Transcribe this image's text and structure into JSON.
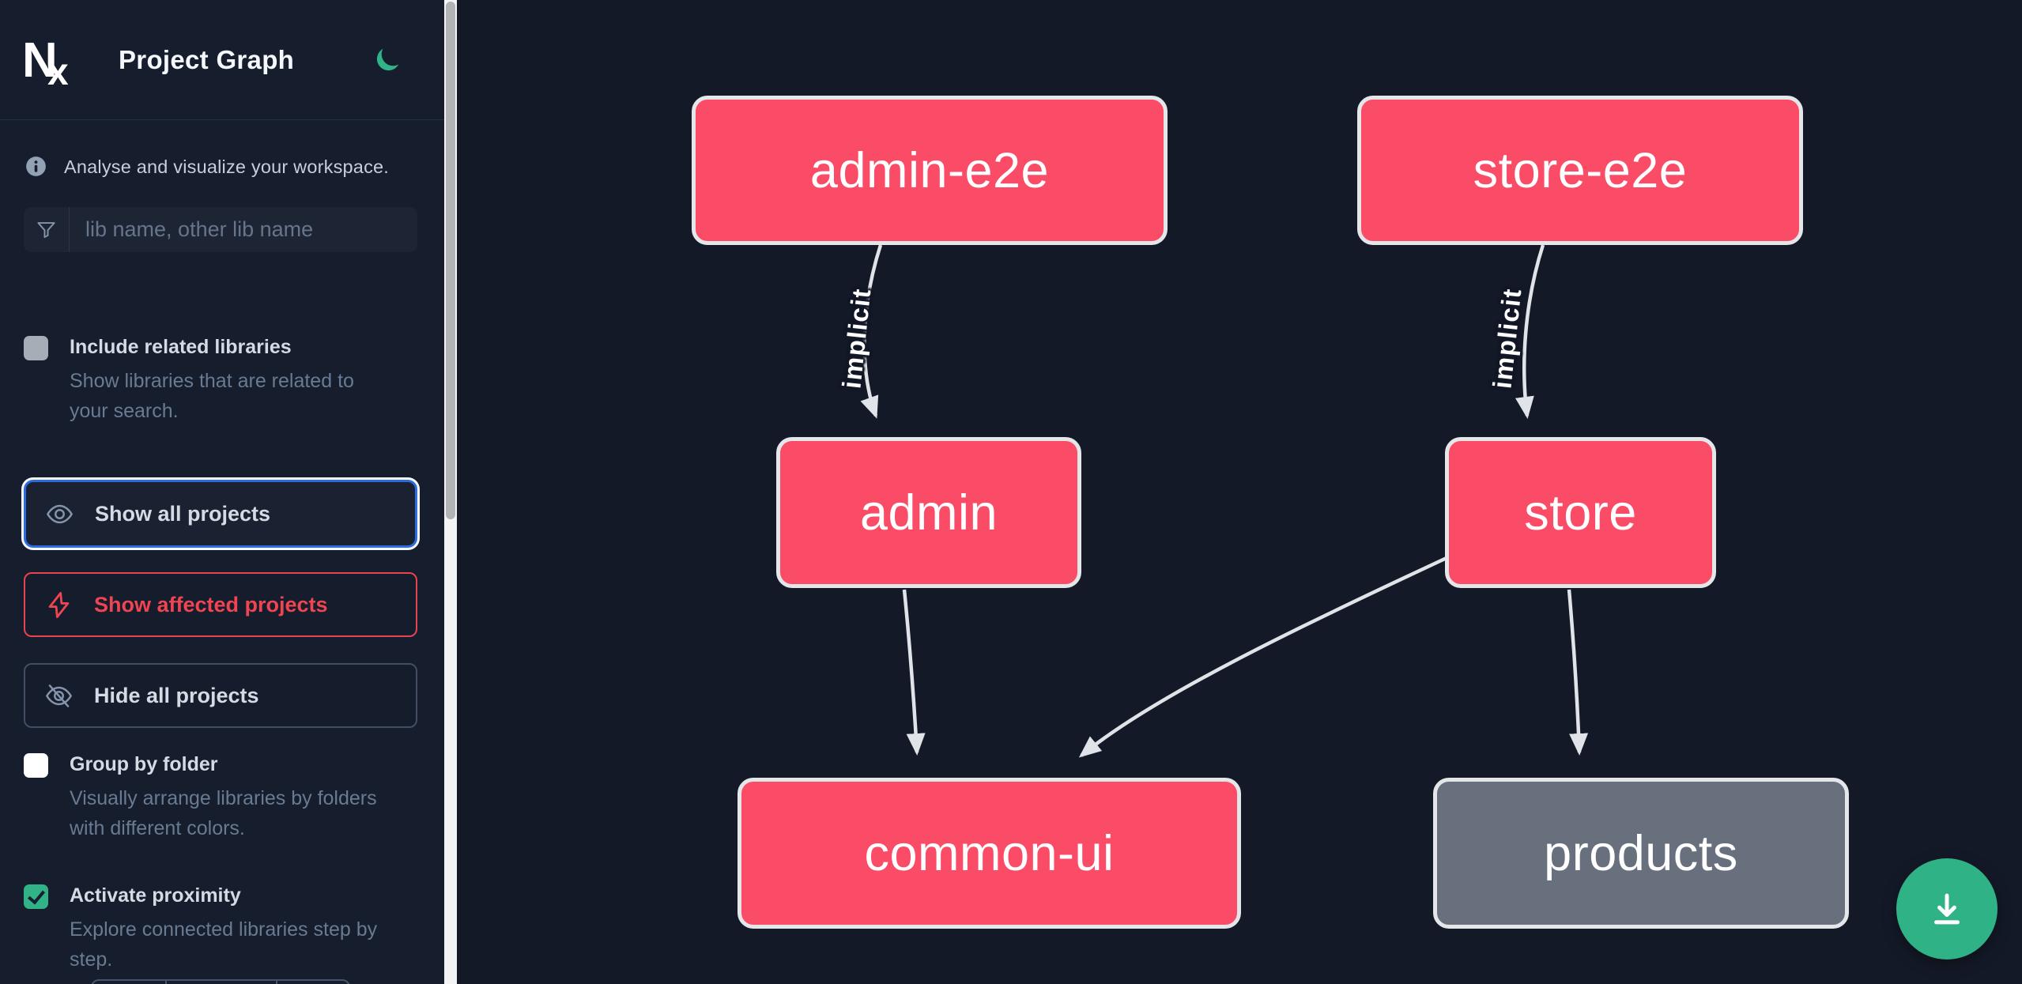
{
  "header": {
    "app": "Nx",
    "title": "Project Graph"
  },
  "sidebar": {
    "tagline": "Analyse and visualize your workspace.",
    "filter": {
      "placeholder": "lib name, other lib name"
    },
    "options": [
      {
        "label": "Include related libraries",
        "description": "Show libraries that are related to your search.",
        "checked": false
      },
      {
        "label": "Group by folder",
        "description": "Visually arrange libraries by folders with different colors.",
        "checked": false
      },
      {
        "label": "Activate proximity",
        "description": "Explore connected libraries step by step.",
        "checked": true
      }
    ],
    "actions": [
      {
        "label": "Show all projects",
        "state": "focused"
      },
      {
        "label": "Show affected projects",
        "variant": "affected"
      },
      {
        "label": "Hide all projects",
        "variant": "default"
      }
    ]
  },
  "graph": {
    "nodes": [
      {
        "id": "admin-e2e",
        "label": "admin-e2e",
        "status": "affected"
      },
      {
        "id": "store-e2e",
        "label": "store-e2e",
        "status": "affected"
      },
      {
        "id": "admin",
        "label": "admin",
        "status": "affected"
      },
      {
        "id": "store",
        "label": "store",
        "status": "affected"
      },
      {
        "id": "common-ui",
        "label": "common-ui",
        "status": "affected"
      },
      {
        "id": "products",
        "label": "products",
        "status": "unaffected"
      }
    ],
    "edges": [
      {
        "from": "admin-e2e",
        "to": "admin",
        "label": "implicit"
      },
      {
        "from": "store-e2e",
        "to": "store",
        "label": "implicit"
      },
      {
        "from": "admin",
        "to": "common-ui"
      },
      {
        "from": "store",
        "to": "common-ui"
      },
      {
        "from": "store",
        "to": "products"
      }
    ]
  },
  "fab": {
    "icon": "download"
  },
  "colors": {
    "affected_node": "#fa4c66",
    "unaffected_node": "#68707e",
    "accent_green": "#31b287",
    "focus_blue": "#2d6ce0",
    "alert_red": "#ef4451",
    "edge": "#e0e3e7",
    "sidebar_bg": "#161d2c",
    "canvas_bg": "#131927"
  }
}
